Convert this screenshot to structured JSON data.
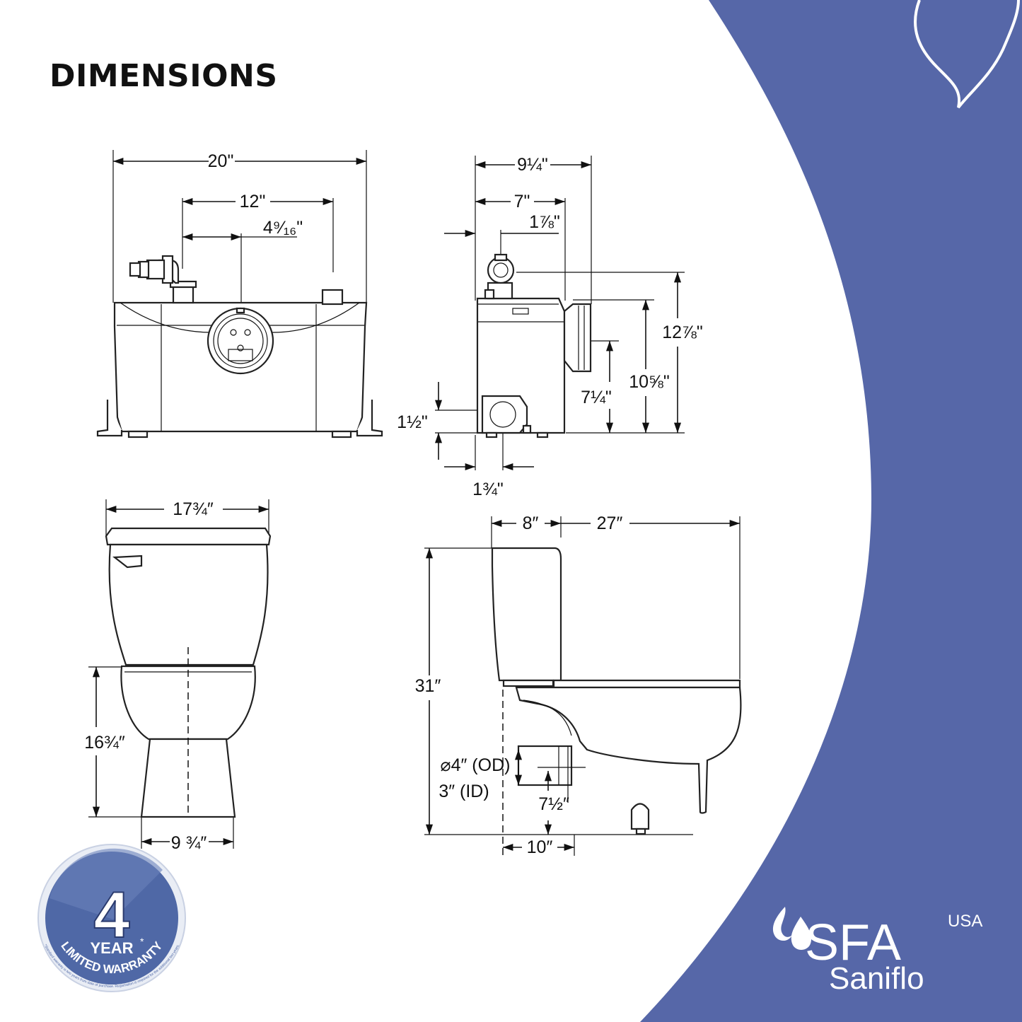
{
  "heading": "DIMENSIONS",
  "colors": {
    "background_panel": "#5667a8",
    "line": "#111111",
    "badge": "#4f68a6",
    "logo_text": "#ffffff"
  },
  "pump_front_view": {
    "overall_width": "20\"",
    "center_spacing": "12\"",
    "outlet_offset": "4⁹⁄₁₆\""
  },
  "pump_side_view": {
    "overall_depth": "9¼\"",
    "depth_to_inlet": "7\"",
    "outlet_setback": "1⅞\"",
    "overall_height": "12⅞\"",
    "inlet_height": "10⅝\"",
    "inlet_center_height": "7¼\"",
    "vent_height": "1½\"",
    "vent_setback": "1¾\""
  },
  "toilet_front_view": {
    "tank_width": "17¾″",
    "bowl_height": "16¾″",
    "base_width": "9 ¾″"
  },
  "toilet_side_view": {
    "overall_length": "27″",
    "tank_depth": "8″",
    "overall_height": "31″",
    "outlet_od": "⌀4″ (OD)",
    "outlet_id": "3″ (ID)",
    "outlet_height": "7½″",
    "rough_in": "10″"
  },
  "badge": {
    "number": "4",
    "line1": "YEAR",
    "asterisk": "*",
    "line2": "LIMITED WARRANTY",
    "fine_print": "*Standard warranty is two years from date of purchase. Registration is required for the additional two years."
  },
  "logo": {
    "brand": "SFA",
    "region": "USA",
    "product": "Saniflo"
  }
}
